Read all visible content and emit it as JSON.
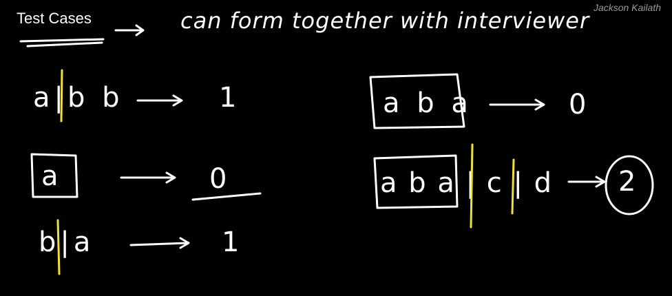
{
  "header": {
    "title": "Test Cases",
    "handwritten_note": "can form together with interviewer",
    "watermark": "Jackson Kailath"
  },
  "colors": {
    "background": "#000000",
    "ink": "#ffffff",
    "partition_marker": "#f2e41c"
  },
  "left_examples": [
    {
      "input": "a|b b",
      "result": "1"
    },
    {
      "input": "a",
      "result": "0"
    },
    {
      "input": "b|a",
      "result": "1"
    }
  ],
  "right_examples": [
    {
      "input": "a b a",
      "result": "0"
    },
    {
      "input": "a b a | c | d",
      "result": "2"
    }
  ]
}
